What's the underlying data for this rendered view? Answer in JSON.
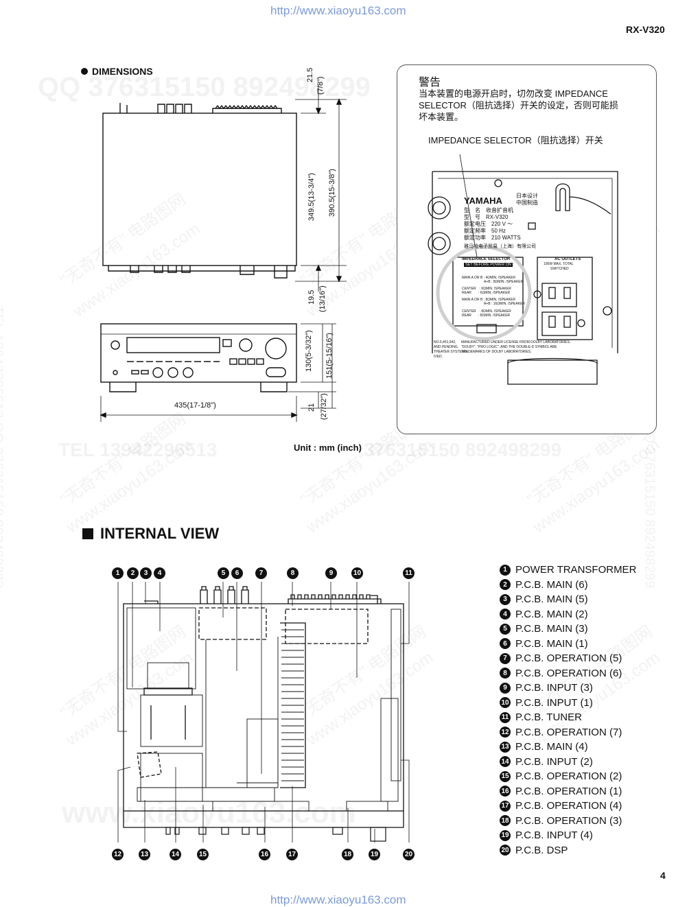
{
  "header": {
    "url_top": "http://www.xiaoyu163.com",
    "model": "RX-V320"
  },
  "footer": {
    "url_bottom": "http://www.xiaoyu163.com",
    "page_number": "4"
  },
  "dimensions": {
    "heading": "DIMENSIONS",
    "unit_note": "Unit : mm (inch)",
    "labels": {
      "d21_5": "21.5",
      "d7_8": "(7/8\")",
      "d349_5": "349.5(13-3/4\")",
      "d390_5": "390.5(15-3/8\")",
      "d19_5": "19.5",
      "d13_16": "(13/16\")",
      "d130": "130(5-3/32\")",
      "d151": "151(5-15/16\")",
      "d21": "21",
      "d27_32": "(27/32\")",
      "d435": "435(17-1/8\")"
    }
  },
  "warning": {
    "title": "警告",
    "text_line1": "当本装置的电源开启时，切勿改变 IMPEDANCE",
    "text_line2": "SELECTOR（阻抗选择）开关的设定，否则可能损",
    "text_line3": "坏本装置。",
    "selector_label": "IMPEDANCE SELECTOR（阻抗选择）开关",
    "panel": {
      "brand": "YAMAHA",
      "made_in_1": "日本设计",
      "made_in_2": "中国制造",
      "spec_1": "型　名　收音扩音机",
      "spec_2": "型　号　RX-V320",
      "spec_3": "额定电压　220 V ～",
      "spec_4": "额定频率　50 Hz",
      "spec_5": "额定功率　210 WATTS",
      "company": "雅马哈电子贸易（上海）有限公司",
      "imp_title": "IMPEDANCE SELECTOR",
      "imp_sub": "SET BEFORE POWER ON",
      "imp_a1": "MAIN  A OR B : 4ΩMIN. /SPEAKER",
      "imp_a2": "A+B : 8ΩMIN. /SPEAKER",
      "imp_a3": "CENTER　: 6ΩMIN. /SPEAKER",
      "imp_a4": "REAR　　: 6ΩMIN. /SPEAKER",
      "imp_b1": "MAIN  A OR B : 8ΩMIN. /SPEAKER",
      "imp_b2": "A+B : 16ΩMIN. /SPEAKER",
      "imp_b3": "CENTER　: 8ΩMIN. /SPEAKER",
      "imp_b4": "REAR　　: 8ΩMIN. /SPEAKER",
      "ac_title": "AC OUTLETS",
      "ac_sub1": "100W MAX. TOTAL",
      "ac_sub2": "SWITCHED",
      "dolby_1": "MANUFACTURED UNDER LICENSE FROM DOLBY LABORATORIES.",
      "dolby_2": "\"DOLBY\", \"PRO LOGIC\", AND THE DOUBLE-D SYMBOL ARE",
      "dolby_3": "TRADEMARKS OF DOLBY LABORATORIES.",
      "left_1": "NO.5,451,942,",
      "left_2": "AND PENDING.",
      "left_3": "THEATER SYSTEMS,",
      "left_4": "IVED."
    }
  },
  "internal_view": {
    "heading": "INTERNAL VIEW",
    "legend": [
      {
        "num": "1",
        "label": "POWER TRANSFORMER"
      },
      {
        "num": "2",
        "label": "P.C.B. MAIN (6)"
      },
      {
        "num": "3",
        "label": "P.C.B. MAIN (5)"
      },
      {
        "num": "4",
        "label": "P.C.B. MAIN (2)"
      },
      {
        "num": "5",
        "label": "P.C.B. MAIN (3)"
      },
      {
        "num": "6",
        "label": "P.C.B. MAIN (1)"
      },
      {
        "num": "7",
        "label": "P.C.B. OPERATION (5)"
      },
      {
        "num": "8",
        "label": "P.C.B. OPERATION (6)"
      },
      {
        "num": "9",
        "label": "P.C.B. INPUT (3)"
      },
      {
        "num": "10",
        "label": "P.C.B. INPUT (1)"
      },
      {
        "num": "11",
        "label": "P.C.B. TUNER"
      },
      {
        "num": "12",
        "label": "P.C.B. OPERATION (7)"
      },
      {
        "num": "13",
        "label": "P.C.B. MAIN (4)"
      },
      {
        "num": "14",
        "label": "P.C.B. INPUT (2)"
      },
      {
        "num": "15",
        "label": "P.C.B. OPERATION (2)"
      },
      {
        "num": "16",
        "label": "P.C.B. OPERATION (1)"
      },
      {
        "num": "17",
        "label": "P.C.B. OPERATION (4)"
      },
      {
        "num": "18",
        "label": "P.C.B. OPERATION (3)"
      },
      {
        "num": "19",
        "label": "P.C.B. INPUT (4)"
      },
      {
        "num": "20",
        "label": "P.C.B. DSP"
      }
    ],
    "top_callouts": [
      "1",
      "2",
      "3",
      "4",
      "5",
      "6",
      "7",
      "8",
      "9",
      "10",
      "11"
    ],
    "bottom_callouts": [
      "12",
      "13",
      "14",
      "15",
      "16",
      "17",
      "18",
      "19",
      "20"
    ]
  },
  "watermarks": {
    "w1": "QQ 376315150  892498299",
    "w2": "TEL 13942296513  QQ 376315150  892498299",
    "w3": "\"无奇不有\" 电路图网",
    "w4": "www.xiaoyu163.com",
    "w5": "TEL 13942296513",
    "w6": "376315150  892498299",
    "w7": "www.xiaoyu163.com"
  }
}
